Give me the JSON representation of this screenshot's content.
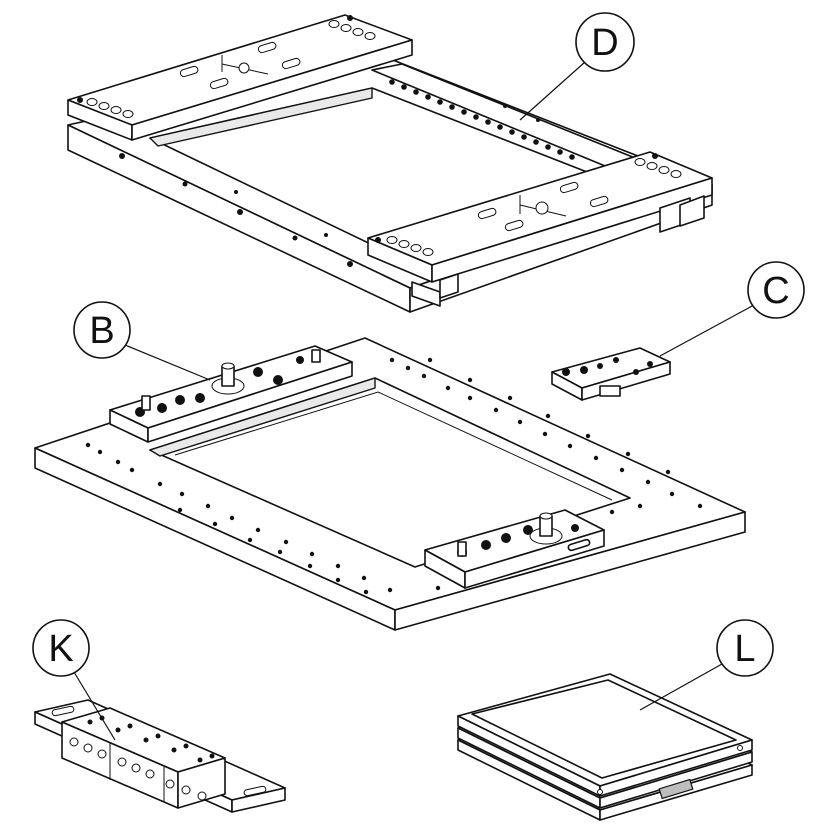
{
  "callouts": {
    "d": "D",
    "c": "C",
    "b": "B",
    "k": "K",
    "l": "L"
  },
  "parts": {
    "d": "frame",
    "b": "base-plate-with-clamps",
    "c": "clamp-module",
    "k": "clamp-rail",
    "l": "stacked-trays"
  }
}
